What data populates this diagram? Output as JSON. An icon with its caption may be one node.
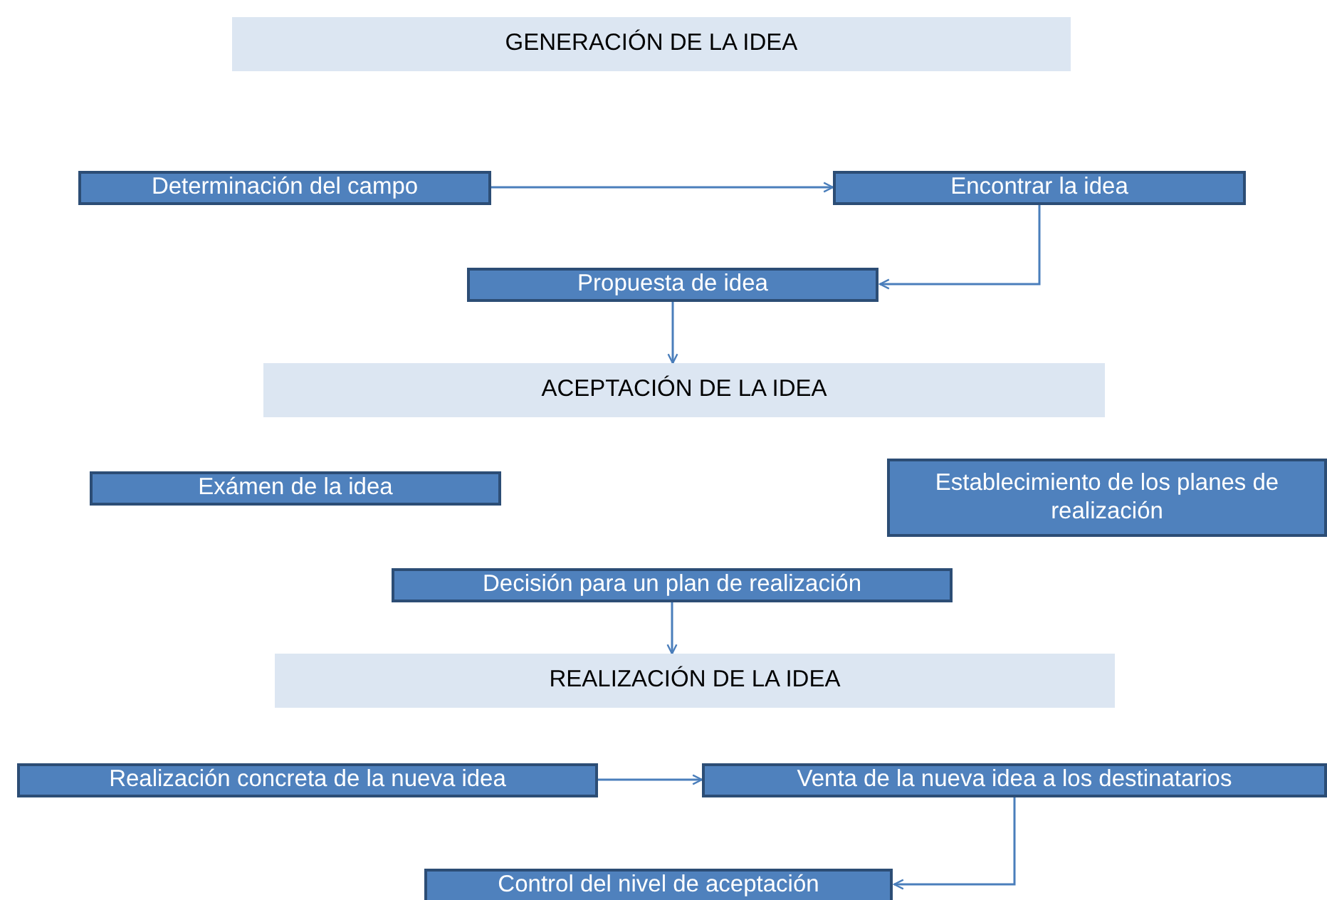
{
  "diagram": {
    "nodes": [
      {
        "text": [
          "GENERACIÓN DE LA IDEA"
        ]
      },
      {
        "text": [
          "Determinación del campo"
        ]
      },
      {
        "text": [
          "Encontrar la idea"
        ]
      },
      {
        "text": [
          "Propuesta de idea"
        ]
      },
      {
        "text": [
          "ACEPTACIÓN DE LA IDEA"
        ]
      },
      {
        "text": [
          "Exámen de la idea"
        ]
      },
      {
        "text": [
          "Establecimiento de los planes de realización"
        ]
      },
      {
        "text": [
          "Decisión para un plan de realización"
        ]
      },
      {
        "text": [
          "REALIZACIÓN DE LA IDEA"
        ]
      },
      {
        "text": [
          "Realización concreta de la nueva idea"
        ]
      },
      {
        "text": [
          "Venta de la nueva idea a los destinatarios"
        ]
      },
      {
        "text": [
          "Control del nivel de aceptación"
        ]
      }
    ],
    "edges": [
      {
        "from": 1,
        "to": 2,
        "arrow": "to"
      },
      {
        "from": 2,
        "to": 3,
        "arrow": "to"
      },
      {
        "from": 3,
        "to": 4,
        "arrow": "to"
      },
      {
        "from": 7,
        "to": 8,
        "arrow": "to"
      },
      {
        "from": 9,
        "to": 10,
        "arrow": "to"
      },
      {
        "from": 10,
        "to": 11,
        "arrow": "to"
      }
    ]
  }
}
